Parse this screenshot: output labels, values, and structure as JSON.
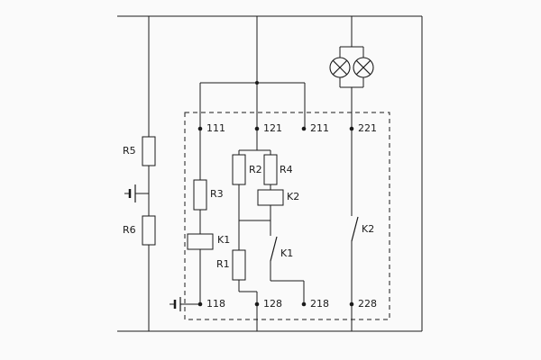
{
  "schematic": {
    "type": "relay-lamp-circuit-diagram",
    "colors": {
      "line": "#1a1a1a",
      "background": "#fafafa"
    },
    "labels": {
      "r1": "R1",
      "r2": "R2",
      "r3": "R3",
      "r4": "R4",
      "r5": "R5",
      "r6": "R6",
      "k1_coil": "K1",
      "k2_coil": "K2",
      "k1_contact": "K1",
      "k2_contact": "K2"
    },
    "terminals": {
      "top": [
        "111",
        "121",
        "211",
        "221"
      ],
      "bottom": [
        "118",
        "128",
        "218",
        "228"
      ]
    },
    "symbols": {
      "lamp_left": "lamp-icon",
      "lamp_right": "lamp-icon",
      "cell_upper": "cell-icon",
      "cell_lower": "cell-icon",
      "module_boundary": "dashed-box"
    }
  }
}
